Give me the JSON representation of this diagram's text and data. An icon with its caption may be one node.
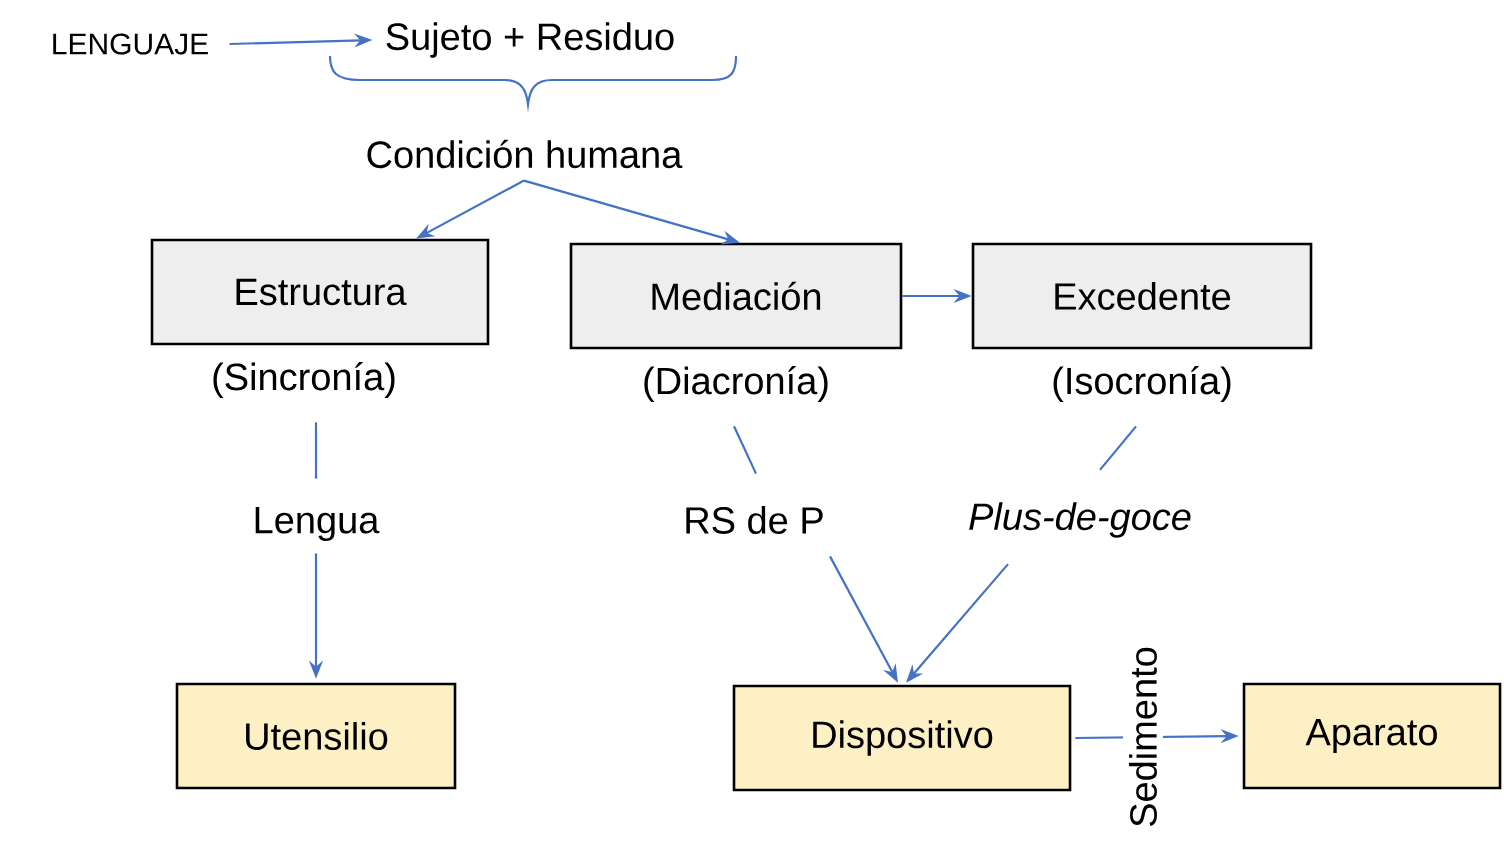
{
  "diagram": {
    "nodes": [
      {
        "text": [
          "LENGUAJE"
        ]
      },
      {
        "text": [
          "Sujeto + Residuo"
        ]
      },
      {
        "text": [
          "Condición humana"
        ]
      },
      {
        "text": [
          "Estructura"
        ],
        "beside": [
          "(Sincronía)"
        ]
      },
      {
        "text": [
          "Mediación"
        ],
        "beside": [
          "(Diacronía)"
        ]
      },
      {
        "text": [
          "Excedente"
        ],
        "beside": [
          "(Isocronía)"
        ]
      },
      {
        "text": [
          "Lengua"
        ]
      },
      {
        "text": [
          "RS de P"
        ]
      },
      {
        "text": [
          "Plus-de-goce"
        ]
      },
      {
        "text": [
          "Utensilio"
        ]
      },
      {
        "text": [
          "Dispositivo"
        ]
      },
      {
        "text": [
          "Aparato"
        ]
      }
    ],
    "edges": [
      {
        "from": 0,
        "to": 1,
        "arrow": "to"
      },
      {
        "from": 2,
        "to": 3,
        "arrow": "to"
      },
      {
        "from": 2,
        "to": 4,
        "arrow": "to"
      },
      {
        "from": 4,
        "to": 5,
        "arrow": "to"
      },
      {
        "from": 3,
        "to": 6,
        "arrow": "none"
      },
      {
        "from": 6,
        "to": 9,
        "arrow": "to"
      },
      {
        "from": 4,
        "to": 7,
        "arrow": "none"
      },
      {
        "from": 5,
        "to": 8,
        "arrow": "none"
      },
      {
        "from": 7,
        "to": 10,
        "arrow": "to"
      },
      {
        "from": 8,
        "to": 10,
        "arrow": "to"
      },
      {
        "from": 10,
        "to": 11,
        "arrow": "to",
        "label": "Sedimento"
      }
    ]
  }
}
